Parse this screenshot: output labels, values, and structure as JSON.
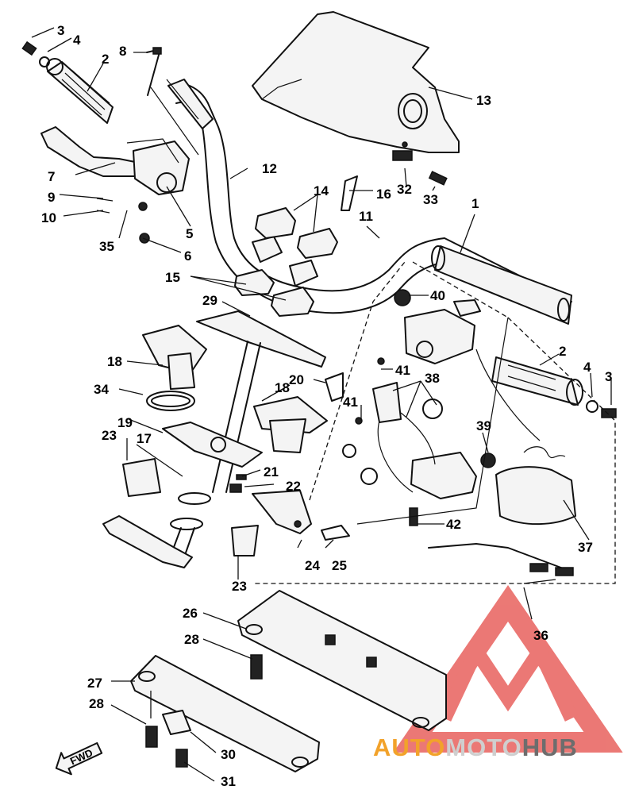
{
  "diagram": {
    "callouts": [
      "1",
      "2",
      "3",
      "4",
      "5",
      "6",
      "7",
      "8",
      "9",
      "10",
      "11",
      "12",
      "13",
      "14",
      "15",
      "16",
      "17",
      "18",
      "19",
      "20",
      "21",
      "22",
      "23",
      "24",
      "25",
      "26",
      "27",
      "28",
      "29",
      "30",
      "31",
      "32",
      "33",
      "34",
      "35",
      "36",
      "37",
      "38",
      "39",
      "40",
      "41",
      "42"
    ],
    "fwd_label": "FWD"
  },
  "watermark": {
    "text_part1": "AUTO",
    "text_part2": "MOTO",
    "text_part3": "HUB",
    "colors": [
      "#e8615d",
      "#f2a22a",
      "#cfcfcf",
      "#6d6d6d"
    ]
  }
}
